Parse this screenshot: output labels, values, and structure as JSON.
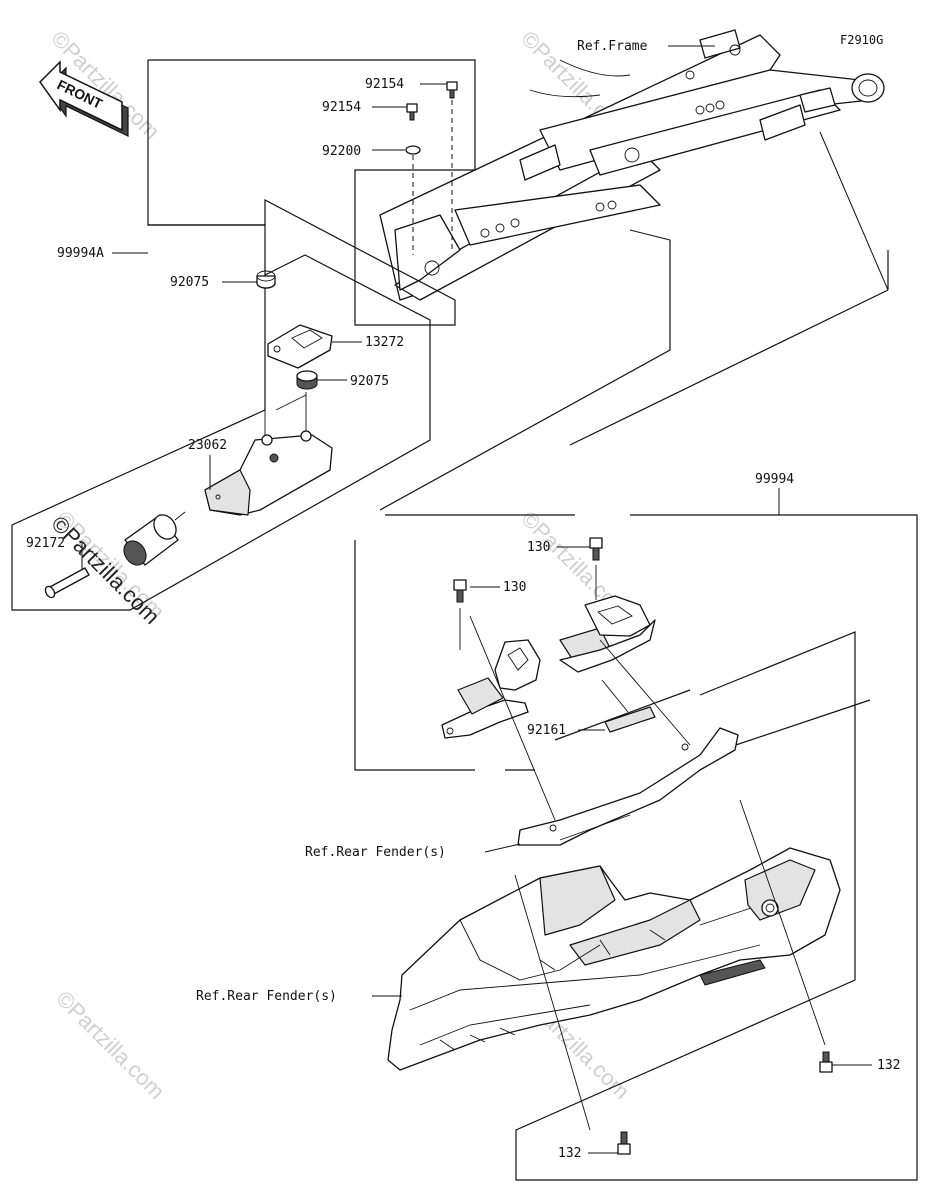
{
  "diagram_code": "F2910G",
  "front_arrow_label": "FRONT",
  "watermarks": [
    "©Partzilla.com",
    "©Partzilla.com",
    "©Partzilla.com",
    "©Partzilla.com",
    "©Partzilla.com",
    "©Partzilla.com"
  ],
  "watermark_main": "©Partzilla.com",
  "labels": {
    "ref_frame": "Ref.Frame",
    "p92154_a": "92154",
    "p92154_b": "92154",
    "p92200": "92200",
    "p99994a": "99994A",
    "p92075_a": "92075",
    "p13272": "13272",
    "p92075_b": "92075",
    "p23062": "23062",
    "p92172": "92172",
    "p99994": "99994",
    "p130_a": "130",
    "p130_b": "130",
    "p92161": "92161",
    "ref_rear_fender_a": "Ref.Rear Fender(s)",
    "ref_rear_fender_b": "Ref.Rear Fender(s)",
    "p132_a": "132",
    "p132_b": "132"
  }
}
